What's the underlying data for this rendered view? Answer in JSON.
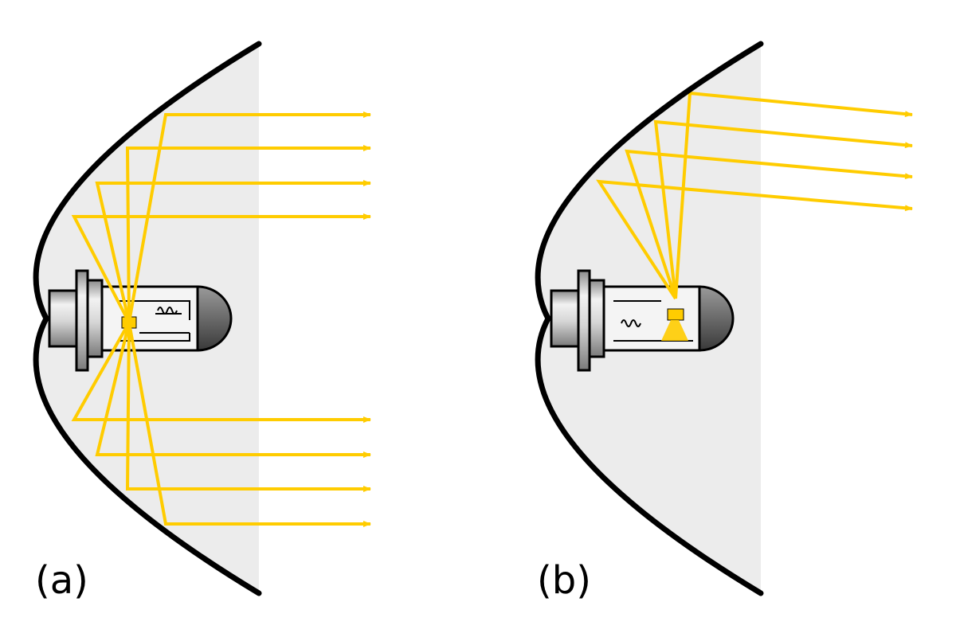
{
  "colors": {
    "background": "#ffffff",
    "reflector_fill": "#ececec",
    "reflector_stroke": "#000000",
    "light_ray": "#ffcc00",
    "bulb_dome": "#6e6e6e",
    "bulb_base": "#bdbdbd"
  },
  "panels": [
    {
      "id": "a",
      "label": "(a)",
      "description_key": "filament-at-focus"
    },
    {
      "id": "b",
      "label": "(b)",
      "description_key": "filament-in-front-of-focus"
    }
  ]
}
